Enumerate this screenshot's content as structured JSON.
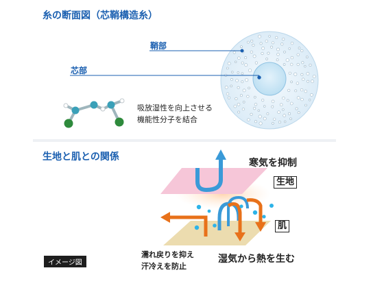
{
  "cross_section": {
    "title": "糸の断面図（芯鞘構造糸）",
    "sheath_label": "鞘部",
    "core_label": "芯部",
    "molecule_caption_line1": "吸放湿性を向上させる",
    "molecule_caption_line2": "機能性分子を結合"
  },
  "relation": {
    "title": "生地と肌との関係",
    "cold_air": "寒気を抑制",
    "fabric_label": "生地",
    "skin_label": "肌",
    "left_caption_line1": "濡れ戻りを抑え",
    "left_caption_line2": "汗冷えを防止",
    "right_caption": "湿気から熱を生む",
    "image_tag": "イメージ図"
  },
  "colors": {
    "title_blue": "#1a5fb0",
    "sheath_fill": "#e6f2fa",
    "core_fill": "#cfe8f6",
    "fabric_pink": "#f6c6d8",
    "skin_beige": "#ecdcaf",
    "arrow_blue": "#3a9ad8",
    "arrow_orange": "#e8711a",
    "molecule_green": "#2e8a3c",
    "molecule_teal": "#3aa0b8"
  }
}
